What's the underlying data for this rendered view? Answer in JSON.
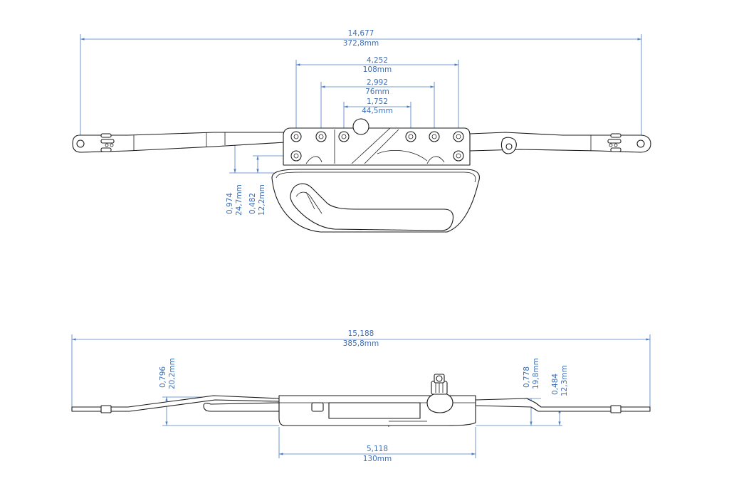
{
  "drawing": {
    "top_view": {
      "overall": {
        "inch": "14,677",
        "mm": "372,8mm"
      },
      "hole_span_outer": {
        "inch": "4,252",
        "mm": "108mm"
      },
      "hole_span_middle": {
        "inch": "2,992",
        "mm": "76mm"
      },
      "hole_span_inner": {
        "inch": "1,752",
        "mm": "44,5mm"
      },
      "vertical_offset_large": {
        "inch": "0,974",
        "mm": "24,7mm"
      },
      "vertical_offset_small": {
        "inch": "0,482",
        "mm": "12,2mm"
      }
    },
    "side_view": {
      "overall": {
        "inch": "15,188",
        "mm": "385,8mm"
      },
      "body_length": {
        "inch": "5,118",
        "mm": "130mm"
      },
      "left_height": {
        "inch": "0,796",
        "mm": "20,2mm"
      },
      "right_height": {
        "inch": "0,778",
        "mm": "19,8mm"
      },
      "right_small_height": {
        "inch": "0,484",
        "mm": "12,3mm"
      }
    }
  },
  "colors": {
    "dimension": "#4a7cc7",
    "outline": "#1a1a1a",
    "background": "#ffffff"
  }
}
